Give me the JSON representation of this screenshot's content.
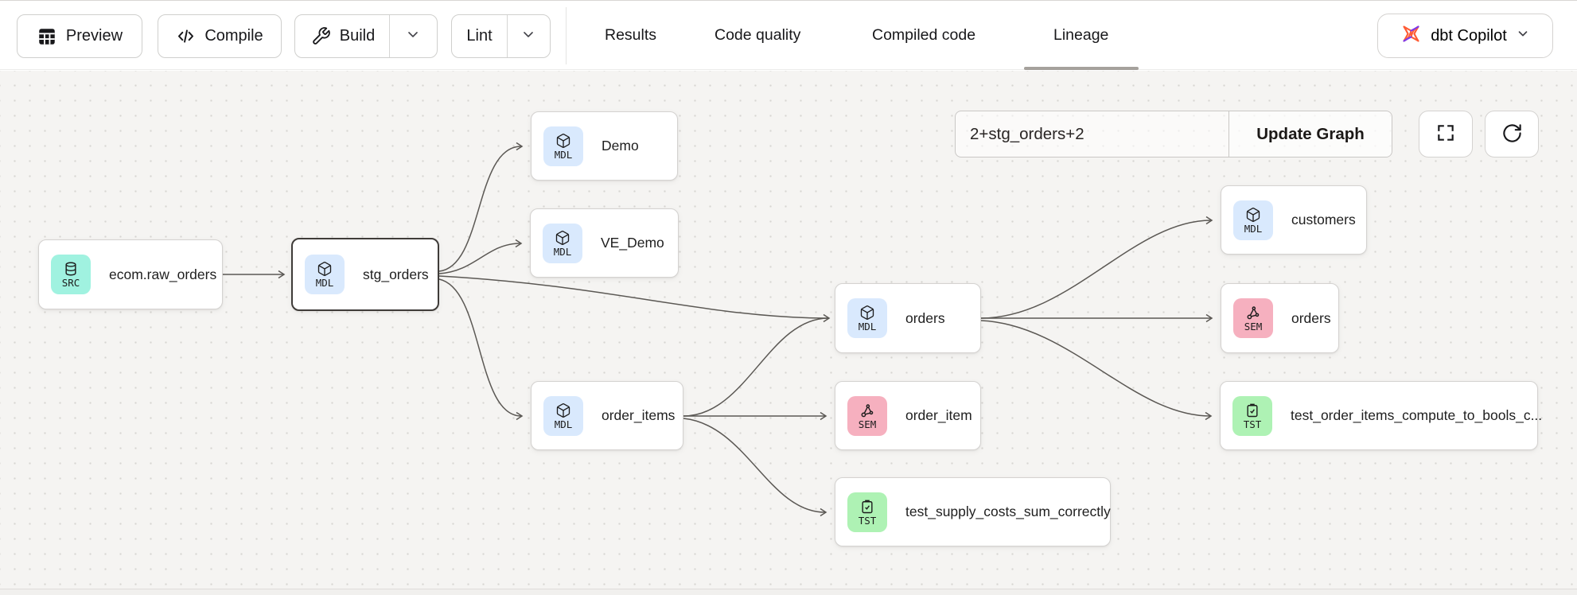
{
  "header": {
    "toolbar": {
      "preview_label": "Preview",
      "compile_label": "Compile",
      "build_label": "Build",
      "lint_label": "Lint"
    },
    "tabs": [
      {
        "label": "Results",
        "active": false
      },
      {
        "label": "Code quality",
        "active": false
      },
      {
        "label": "Compiled code",
        "active": false
      },
      {
        "label": "Lineage",
        "active": true
      }
    ],
    "copilot_label": "dbt Copilot"
  },
  "lineage": {
    "selector_input": {
      "value": "2+stg_orders+2"
    },
    "update_button_label": "Update Graph",
    "node_types": {
      "source": {
        "badge": "SRC",
        "color": "#a0f2e0"
      },
      "model": {
        "badge": "MDL",
        "color": "#d9e9fd"
      },
      "semantic": {
        "badge": "SEM",
        "color": "#f6b0bf"
      },
      "test": {
        "badge": "TST",
        "color": "#aef2b4"
      }
    },
    "nodes": [
      {
        "label": "ecom.raw_orders",
        "type": "source",
        "badge": "SRC",
        "selected": false
      },
      {
        "label": "stg_orders",
        "type": "model",
        "badge": "MDL",
        "selected": true
      },
      {
        "label": "Demo",
        "type": "model",
        "badge": "MDL",
        "selected": false
      },
      {
        "label": "VE_Demo",
        "type": "model",
        "badge": "MDL",
        "selected": false
      },
      {
        "label": "order_items",
        "type": "model",
        "badge": "MDL",
        "selected": false
      },
      {
        "label": "orders",
        "type": "model",
        "badge": "MDL",
        "selected": false
      },
      {
        "label": "order_item",
        "type": "semantic",
        "badge": "SEM",
        "selected": false
      },
      {
        "label": "test_supply_costs_sum_correctly",
        "type": "test",
        "badge": "TST",
        "selected": false
      },
      {
        "label": "customers",
        "type": "model",
        "badge": "MDL",
        "selected": false
      },
      {
        "label": "orders",
        "type": "semantic",
        "badge": "SEM",
        "selected": false
      },
      {
        "label": "test_order_items_compute_to_bools_c...",
        "type": "test",
        "badge": "TST",
        "selected": false
      }
    ],
    "edges": [
      {
        "from": "ecom.raw_orders",
        "to": "stg_orders"
      },
      {
        "from": "stg_orders",
        "to": "Demo"
      },
      {
        "from": "stg_orders",
        "to": "VE_Demo"
      },
      {
        "from": "stg_orders",
        "to": "orders"
      },
      {
        "from": "stg_orders",
        "to": "order_items"
      },
      {
        "from": "order_items",
        "to": "orders"
      },
      {
        "from": "order_items",
        "to": "order_item"
      },
      {
        "from": "order_items",
        "to": "test_supply_costs_sum_correctly"
      },
      {
        "from": "orders",
        "to": "customers"
      },
      {
        "from": "orders",
        "to": "orders (semantic)"
      },
      {
        "from": "orders",
        "to": "test_order_items_compute_to_bools_c..."
      }
    ]
  }
}
